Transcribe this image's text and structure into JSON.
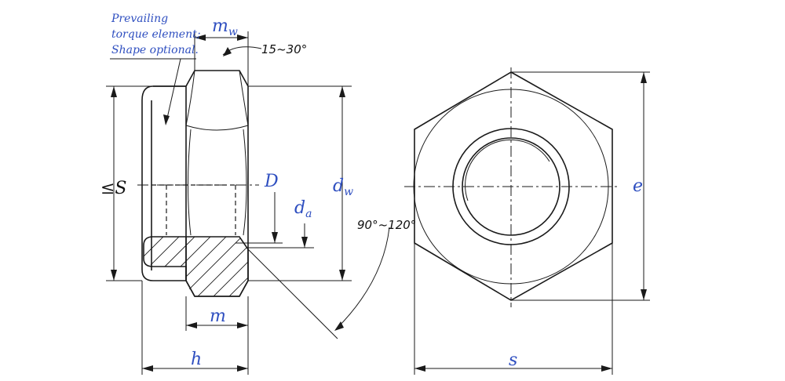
{
  "title": "Prevailing torque type hexagon nut drawing",
  "note": {
    "line1": "Prevailing",
    "line2": "torque element;",
    "line3": "Shape optional."
  },
  "dimensions": {
    "mw_main": "m",
    "mw_sub": "w",
    "angle_top": "15~30°",
    "angle_side": "90°~120°",
    "s_left": "≤S",
    "D": "D",
    "da_main": "d",
    "da_sub": "a",
    "dw_main": "d",
    "dw_sub": "w",
    "m": "m",
    "h": "h",
    "e": "e",
    "s": "s"
  },
  "colors": {
    "label_blue": "#2f4fc0",
    "line": "#1a1a1a"
  }
}
